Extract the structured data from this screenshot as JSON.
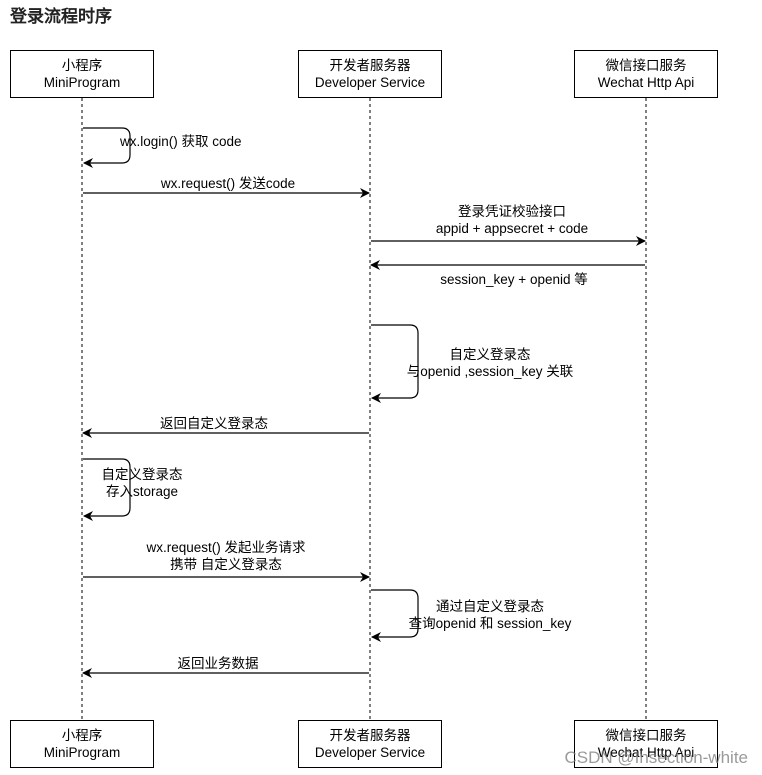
{
  "title": "登录流程时序",
  "actors": [
    {
      "id": "mp",
      "line1": "小程序",
      "line2": "MiniProgram"
    },
    {
      "id": "dev",
      "line1": "开发者服务器",
      "line2": "Developer Service"
    },
    {
      "id": "wx",
      "line1": "微信接口服务",
      "line2": "Wechat Http Api"
    }
  ],
  "messages": [
    {
      "id": "m1",
      "lines": [
        "wx.login() 获取 code"
      ]
    },
    {
      "id": "m2",
      "lines": [
        "wx.request() 发送code"
      ]
    },
    {
      "id": "m3",
      "lines": [
        "登录凭证校验接口",
        "appid + appsecret + code"
      ]
    },
    {
      "id": "m4",
      "lines": [
        "session_key + openid 等"
      ]
    },
    {
      "id": "m5",
      "lines": [
        "自定义登录态",
        "与openid ,session_key 关联"
      ]
    },
    {
      "id": "m6",
      "lines": [
        "返回自定义登录态"
      ]
    },
    {
      "id": "m7",
      "lines": [
        "自定义登录态",
        "存入storage"
      ]
    },
    {
      "id": "m8",
      "lines": [
        "wx.request() 发起业务请求",
        "携带 自定义登录态"
      ]
    },
    {
      "id": "m9",
      "lines": [
        "通过自定义登录态",
        "查询openid 和 session_key"
      ]
    },
    {
      "id": "m10",
      "lines": [
        "返回业务数据"
      ]
    }
  ],
  "watermark": "CSDN @Insection-white"
}
